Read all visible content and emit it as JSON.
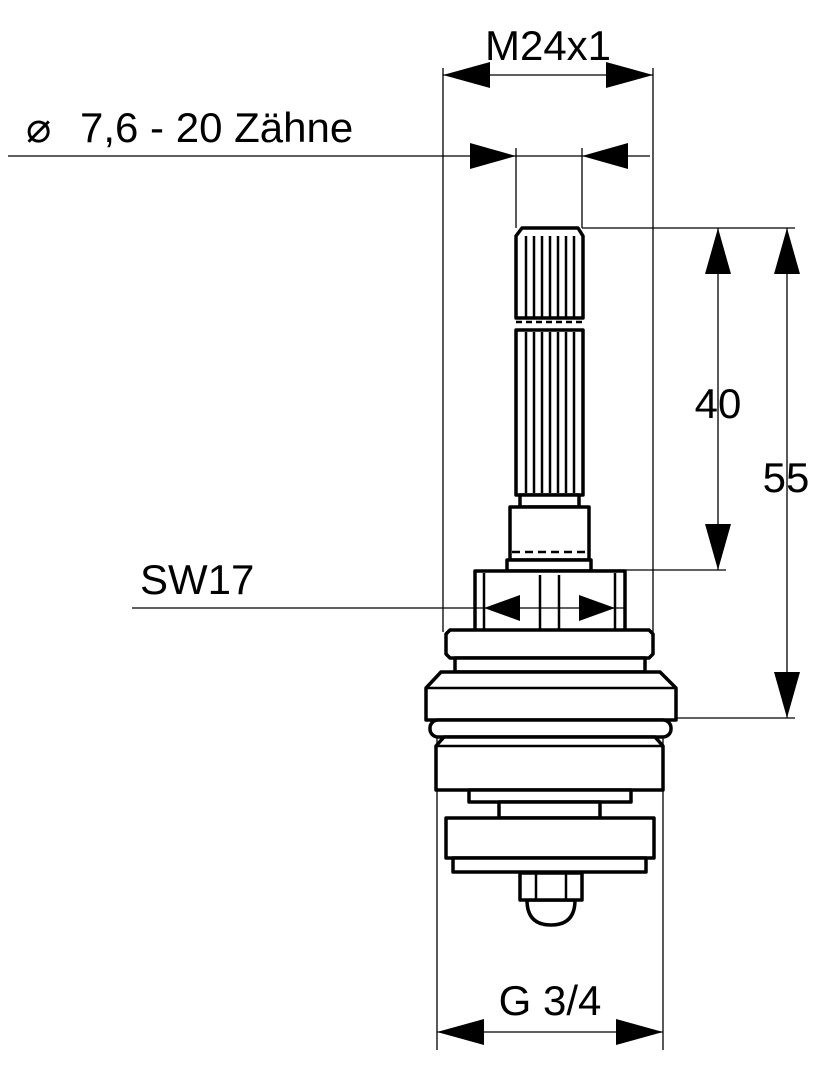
{
  "drawing": {
    "dimensions": {
      "thread": "M24x1",
      "spline": "7,6 - 20 Zähne",
      "diameter_symbol": "⌀",
      "length_40": "40",
      "length_55": "55",
      "wrench_size": "SW17",
      "connection_thread": "G 3/4"
    },
    "colors": {
      "line": "#000000",
      "background": "#ffffff"
    }
  }
}
